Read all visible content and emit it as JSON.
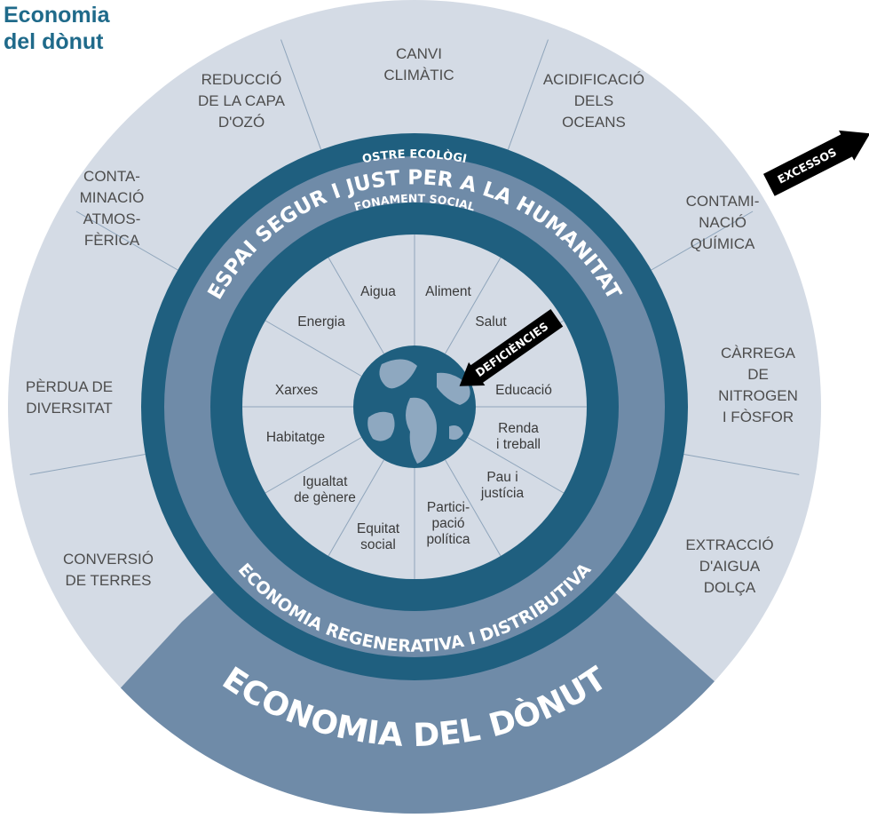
{
  "title": {
    "line1": "Economia",
    "line2": "del dònut"
  },
  "colors": {
    "outer_ring": "#d4dbe5",
    "middle_ring": "#6f8ba8",
    "dark_ring": "#1f5f7f",
    "inner_disc": "#d4dbe5",
    "title": "#1f6a8a",
    "spoke": "#8fa5bb",
    "globe_ocean": "#1f5f7f",
    "globe_land": "#8ea8c0"
  },
  "ring_labels": {
    "ceiling": "SOSTRE ECOLÒGIC",
    "safe_space": "ESPAI SEGUR I JUST PER A LA HUMANITAT",
    "foundation": "FONAMENT SOCIAL",
    "regenerative": "ECONOMIA REGENERATIVA I DISTRIBUTIVA",
    "donut_economy": "ECONOMIA DEL DÒNUT"
  },
  "arrows": {
    "overshoot": "EXCESSOS",
    "shortfall": "DEFICIÈNCIES"
  },
  "ecological_ceiling": [
    {
      "id": "climate",
      "lines": [
        "CANVI",
        "CLIMÀTIC"
      ]
    },
    {
      "id": "ocean",
      "lines": [
        "ACIDIFICACIÓ",
        "DELS",
        "OCEANS"
      ]
    },
    {
      "id": "chemical",
      "lines": [
        "CONTAMI-",
        "NACIÓ",
        "QUÍMICA"
      ]
    },
    {
      "id": "nitrogen",
      "lines": [
        "CÀRREGA",
        "DE",
        "NITROGEN",
        "I FÒSFOR"
      ]
    },
    {
      "id": "freshwater",
      "lines": [
        "EXTRACCIÓ",
        "D'AIGUA",
        "DOLÇA"
      ]
    },
    {
      "id": "land",
      "lines": [
        "CONVERSIÓ",
        "DE TERRES"
      ]
    },
    {
      "id": "biodiversity",
      "lines": [
        "PÈRDUA DE",
        "DIVERSITAT"
      ]
    },
    {
      "id": "air",
      "lines": [
        "CONTA-",
        "MINACIÓ",
        "ATMOS-",
        "FÈRICA"
      ]
    },
    {
      "id": "ozone",
      "lines": [
        "REDUCCIÓ",
        "DE LA CAPA",
        "D'OZÓ"
      ]
    }
  ],
  "social_foundation": [
    {
      "id": "water",
      "lines": [
        "Aigua"
      ]
    },
    {
      "id": "food",
      "lines": [
        "Aliment"
      ]
    },
    {
      "id": "health",
      "lines": [
        "Salut"
      ]
    },
    {
      "id": "education",
      "lines": [
        "Educació"
      ]
    },
    {
      "id": "income",
      "lines": [
        "Renda",
        "i treball"
      ]
    },
    {
      "id": "peace",
      "lines": [
        "Pau i",
        "justícia"
      ]
    },
    {
      "id": "political",
      "lines": [
        "Partici-",
        "pació",
        "política"
      ]
    },
    {
      "id": "social-equity",
      "lines": [
        "Equitat",
        "social"
      ]
    },
    {
      "id": "gender",
      "lines": [
        "Igualtat",
        "de gènere"
      ]
    },
    {
      "id": "housing",
      "lines": [
        "Habitatge"
      ]
    },
    {
      "id": "networks",
      "lines": [
        "Xarxes"
      ]
    },
    {
      "id": "energy",
      "lines": [
        "Energia"
      ]
    }
  ]
}
